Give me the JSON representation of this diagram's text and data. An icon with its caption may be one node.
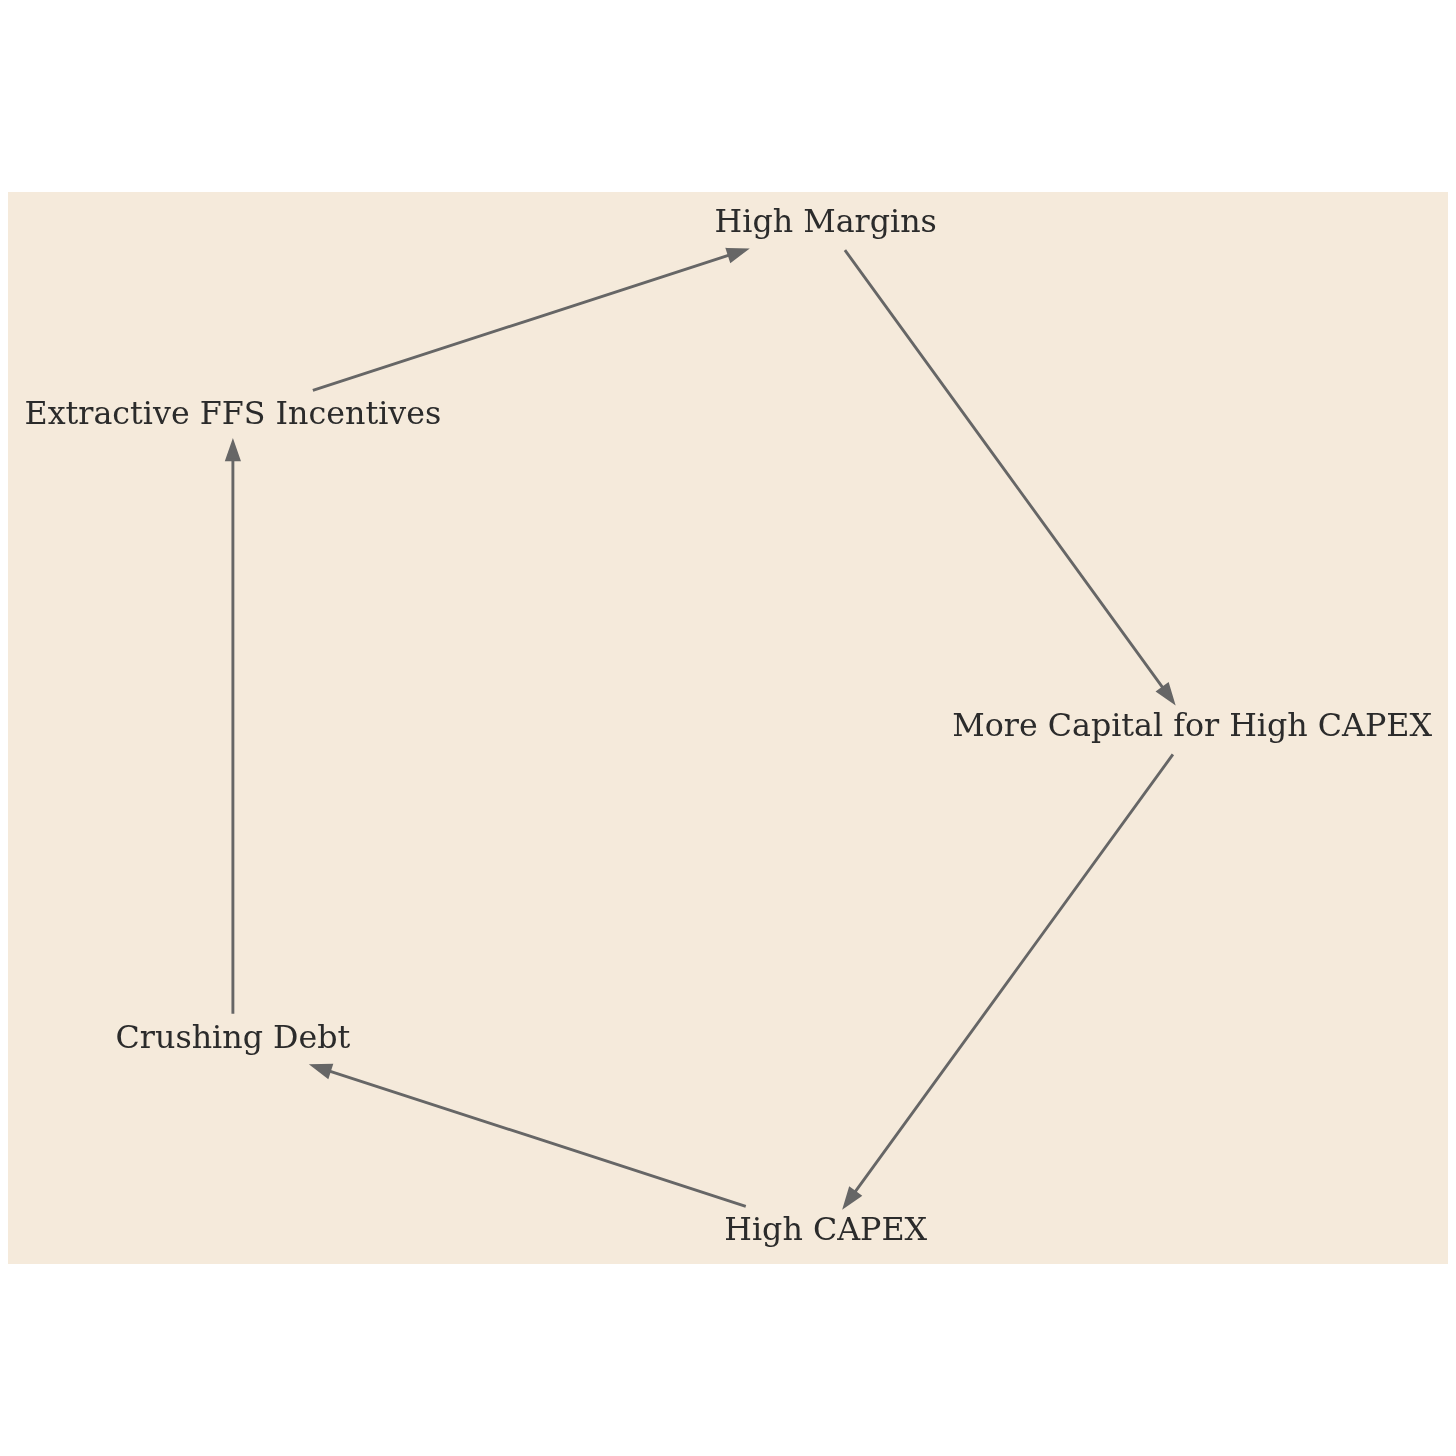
{
  "diagram": {
    "nodes": [
      {
        "text": [
          "High CAPEX"
        ]
      },
      {
        "text": [
          "Crushing Debt"
        ]
      },
      {
        "text": [
          "Extractive FFS Incentives"
        ]
      },
      {
        "text": [
          "High Margins"
        ]
      },
      {
        "text": [
          "More Capital for High CAPEX"
        ]
      }
    ],
    "edges": [
      {
        "from": 0,
        "to": 1,
        "arrow": "to"
      },
      {
        "from": 1,
        "to": 2,
        "arrow": "to"
      },
      {
        "from": 2,
        "to": 3,
        "arrow": "to"
      },
      {
        "from": 3,
        "to": 4,
        "arrow": "to"
      },
      {
        "from": 4,
        "to": 0,
        "arrow": "to"
      }
    ]
  }
}
